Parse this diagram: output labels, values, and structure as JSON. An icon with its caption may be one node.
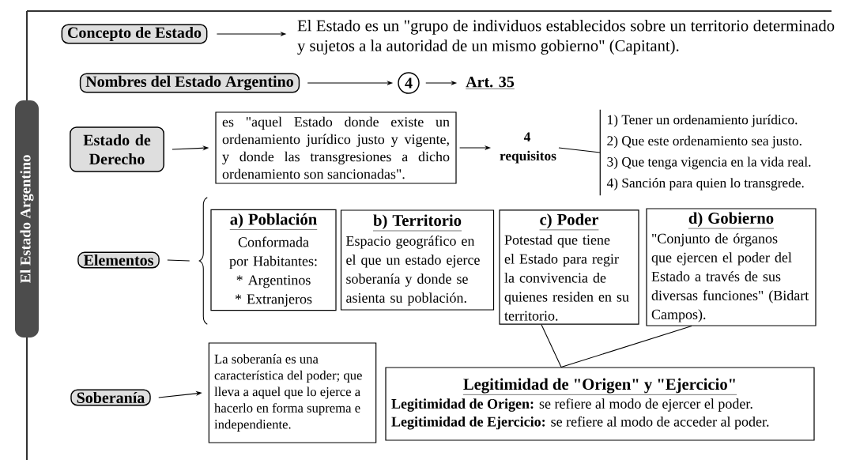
{
  "diagram": {
    "title": "El Estado Argentino",
    "nodes": [
      {
        "text": [
          "Concepto de Estado"
        ]
      },
      {
        "text": [
          "El Estado es un \"grupo de individuos establecidos sobre un territorio determinado y sujetos a la autoridad de un mismo gobierno\" (Capitant)."
        ]
      },
      {
        "text": [
          "Nombres del Estado Argentino"
        ]
      },
      {
        "text": [
          "4"
        ]
      },
      {
        "text": [
          "Art. 35"
        ]
      },
      {
        "text": [
          "Estado de Derecho"
        ]
      },
      {
        "text": [
          "es \"aquel Estado donde existe un ordenamiento jurídico justo y vigente, y donde las transgresiones a dicho ordenamiento son sancionadas\"."
        ]
      },
      {
        "text": [
          "4 requisitos"
        ]
      },
      {
        "text": [
          "1) Tener un ordenamiento jurídico.",
          "2) Que este ordenamiento sea justo.",
          "3) Que tenga vigencia en la vida real.",
          "4) Sanción para quien lo transgrede."
        ]
      },
      {
        "text": [
          "Elementos"
        ]
      },
      {
        "text": [],
        "shape": "brace"
      },
      {
        "text": [
          "a) Población",
          "Conformada por Habitantes:",
          "* Argentinos",
          "* Extranjeros"
        ]
      },
      {
        "text": [
          "b) Territorio",
          "Espacio geográfico en el que un estado ejerce soberanía y donde se asienta su población."
        ]
      },
      {
        "text": [
          "c) Poder",
          "Potestad que tiene el Estado para regir la convivencia de quienes residen en su territorio."
        ]
      },
      {
        "text": [
          "d) Gobierno",
          "\"Conjunto de órganos que ejercen el poder del Estado a través de sus diversas funciones\" (Bidart Campos)."
        ]
      },
      {
        "text": [
          "Soberanía"
        ]
      },
      {
        "text": [
          "La soberanía es una característica del poder; que lleva a aquel que lo ejerce a hacerlo en forma suprema e independiente."
        ]
      },
      {
        "text": [
          "Legitimidad de \"Origen\" y \"Ejercicio\"",
          "**Legitimidad de Origen:** se refiere al modo de ejercer el poder.",
          "**Legitimidad de Ejercicio:** se refiere al modo de acceder al poder."
        ]
      }
    ],
    "edges": [
      {
        "from": 0,
        "to": 1,
        "arrow": "to"
      },
      {
        "from": 2,
        "to": 3,
        "arrow": "to"
      },
      {
        "from": 3,
        "to": 4,
        "arrow": "to"
      },
      {
        "from": 5,
        "to": 6,
        "arrow": "to"
      },
      {
        "from": 6,
        "to": 7,
        "arrow": "to"
      },
      {
        "from": 7,
        "to": 8,
        "arrow": "none"
      },
      {
        "from": 9,
        "to": 10,
        "arrow": "none"
      },
      {
        "from": 13,
        "to": 17,
        "arrow": "none"
      },
      {
        "from": 14,
        "to": 17,
        "arrow": "none"
      },
      {
        "from": 15,
        "to": 16,
        "arrow": "to"
      }
    ]
  }
}
